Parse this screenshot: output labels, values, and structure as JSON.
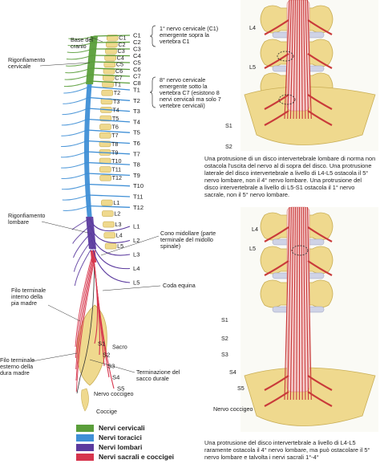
{
  "colors": {
    "cervical": "#5a9e3a",
    "thoracic": "#3f8fd6",
    "lumbar": "#5b3a9e",
    "sacral": "#d6354d",
    "bone": "#efd98e",
    "bone_edge": "#c9ae55",
    "disc": "#cfd3e6",
    "nerve": "#c93a3a",
    "cord": "#e89a9a"
  },
  "left_labels": {
    "base_cranio": "Base del\ncranio",
    "rigonfiamento_cervicale": "Rigonfiamento\ncervicale",
    "rigonfiamento_lombare": "Rigonfiamento\nlombare",
    "filo_interno": "Filo terminale\ninterno della\npia madre",
    "filo_esterno": "Filo terminale\nesterno della\ndura madre"
  },
  "nerve_labels": [
    "C1",
    "C2",
    "C3",
    "C4",
    "C5",
    "C6",
    "C7",
    "C8",
    "T1",
    "T2",
    "T3",
    "T4",
    "T5",
    "T6",
    "T7",
    "T8",
    "T9",
    "T10",
    "T11",
    "T12",
    "L1",
    "L2",
    "L3",
    "L4",
    "L5",
    "S1",
    "S2",
    "S3",
    "S4",
    "S5"
  ],
  "vertebra_labels": [
    "C1",
    "C2",
    "C3",
    "C4",
    "C5",
    "C6",
    "C7",
    "T1",
    "T2",
    "T3",
    "T4",
    "T5",
    "T6",
    "T7",
    "T8",
    "T9",
    "T10",
    "T11",
    "T12",
    "L1",
    "L2",
    "L3",
    "L4",
    "L5",
    "Sacro"
  ],
  "annotations": {
    "c1_note": "1° nervo cervicale (C1) emergente sopra la vertebra C1",
    "c8_note": "8° nervo cervicale emergente sotto la vertebra C7 (esistono 8 nervi cervicali ma solo 7 vertebre cervicali)",
    "cono": "Cono midollare (parte terminale del midollo spinale)",
    "coda": "Coda equina",
    "sacco": "Terminazione del sacco durale",
    "coccige": "Coccige",
    "nervo_coccigeo": "Nervo coccigeo"
  },
  "top_panel_labels": [
    "L4",
    "L5",
    "S1",
    "S2"
  ],
  "bottom_panel_labels": [
    "L4",
    "L5",
    "S1",
    "S2",
    "S3",
    "S4",
    "S5"
  ],
  "bottom_panel_coccygeal": "Nervo coccigeo",
  "caption_top": "Una protrusione di un disco intervertebrale lombare di norma non ostacola l'uscita del nervo al di sopra del disco. Una protrusione laterale del disco intervertebrale a livello di L4-L5 ostacola il 5° nervo lombare, non il 4° nervo lombare. Una protrusione del disco intervertebrale a livello di L5-S1 ostacola il 1° nervo sacrale, non il 5° nervo lombare.",
  "caption_bottom": "Una protrusione del disco intervertebrale a livello di L4-L5 raramente ostacola il 4° nervo lombare, ma può ostacolare il 5° nervo lombare e talvolta i nervi sacrali 1°-4°",
  "legend": [
    {
      "label": "Nervi cervicali",
      "color": "#5a9e3a"
    },
    {
      "label": "Nervi toracici",
      "color": "#3f8fd6"
    },
    {
      "label": "Nervi lombari",
      "color": "#5b3a9e"
    },
    {
      "label": "Nervi sacrali e coccigei",
      "color": "#d6354d"
    }
  ]
}
